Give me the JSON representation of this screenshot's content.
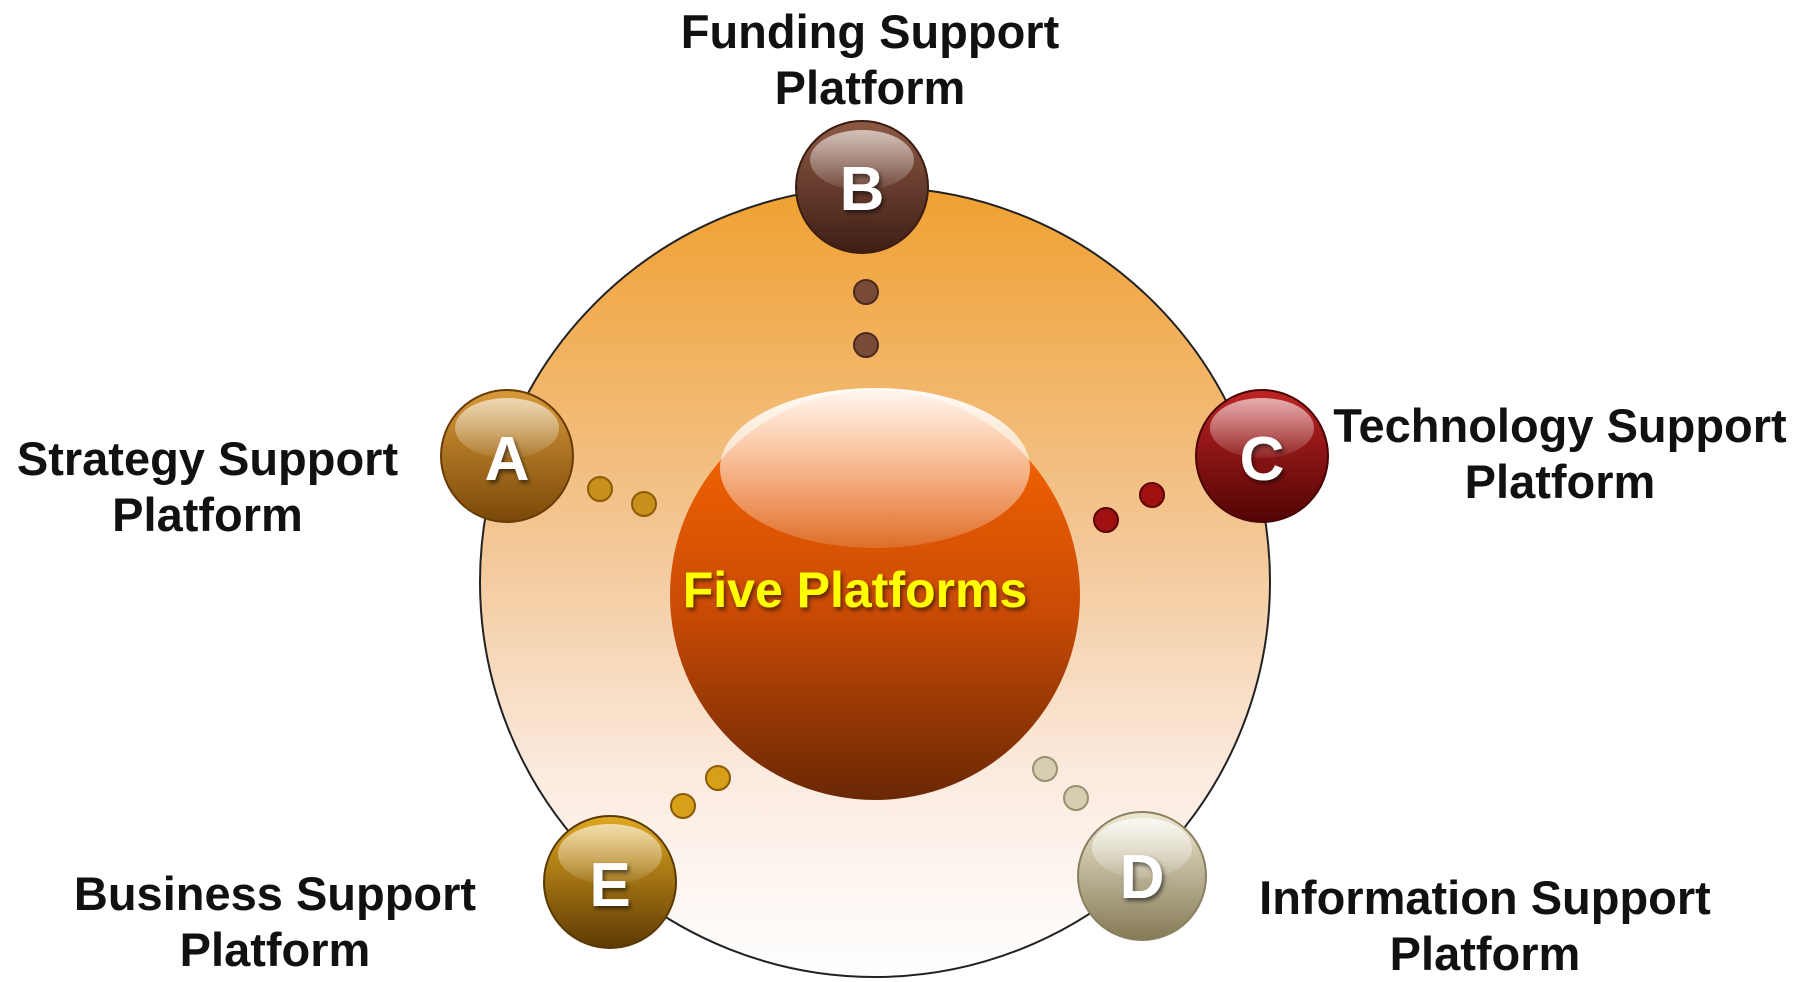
{
  "diagram": {
    "center_label": "Five Platforms",
    "nodes": [
      {
        "id": "A",
        "letter": "A",
        "label_line1": "Strategy Support",
        "label_line2": "Platform",
        "color": "#b8731a"
      },
      {
        "id": "B",
        "letter": "B",
        "label_line1": "Funding Support",
        "label_line2": "Platform",
        "color": "#6e3a28"
      },
      {
        "id": "C",
        "letter": "C",
        "label_line1": "Technology Support",
        "label_line2": "Platform",
        "color": "#8a1010"
      },
      {
        "id": "D",
        "letter": "D",
        "label_line1": "Information Support",
        "label_line2": "Platform",
        "color": "#b9b08e"
      },
      {
        "id": "E",
        "letter": "E",
        "label_line1": "Business Support",
        "label_line2": "Platform",
        "color": "#b07e10"
      }
    ],
    "colors": {
      "outer_ring_top": "#f0a030",
      "outer_ring_bottom": "#ffffff",
      "center_top": "#ff6a00",
      "center_bottom": "#7a2e05",
      "center_text": "#ffff00",
      "label_text": "#111111"
    }
  }
}
